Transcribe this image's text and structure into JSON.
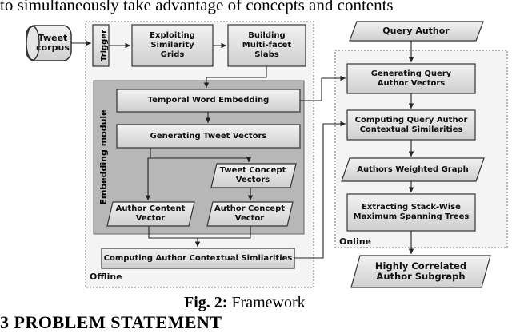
{
  "top_text": "to simultaneously take advantage of concepts and contents",
  "diagram": {
    "corpus": "Tweet\ncorpus",
    "trigger": "Trigger",
    "exploiting": "Exploiting\nSimilarity\nGrids",
    "building": "Building\nMulti-facet\nSlabs",
    "embedding_module": "Embedding module",
    "temporal": "Temporal Word Embedding",
    "generating_tweet": "Generating Tweet Vectors",
    "tweet_concept": "Tweet Concept\nVectors",
    "author_content": "Author Content\nVector",
    "author_concept": "Author Concept\nVector",
    "computing_offline": "Computing Author Contextual Similarities",
    "offline": "Offline",
    "query_author": "Query Author",
    "gen_query": "Generating Query\nAuthor Vectors",
    "comp_query": "Computing Query Author\nContextual Similarities",
    "weighted_graph": "Authors Weighted Graph",
    "extracting": "Extracting Stack-Wise\nMaximum Spanning Trees",
    "online": "Online",
    "result": "Highly Correlated\nAuthor Subgraph"
  },
  "caption": {
    "fig": "Fig. 2:",
    "text": " Framework"
  },
  "section_heading": "3   PROBLEM STATEMENT"
}
